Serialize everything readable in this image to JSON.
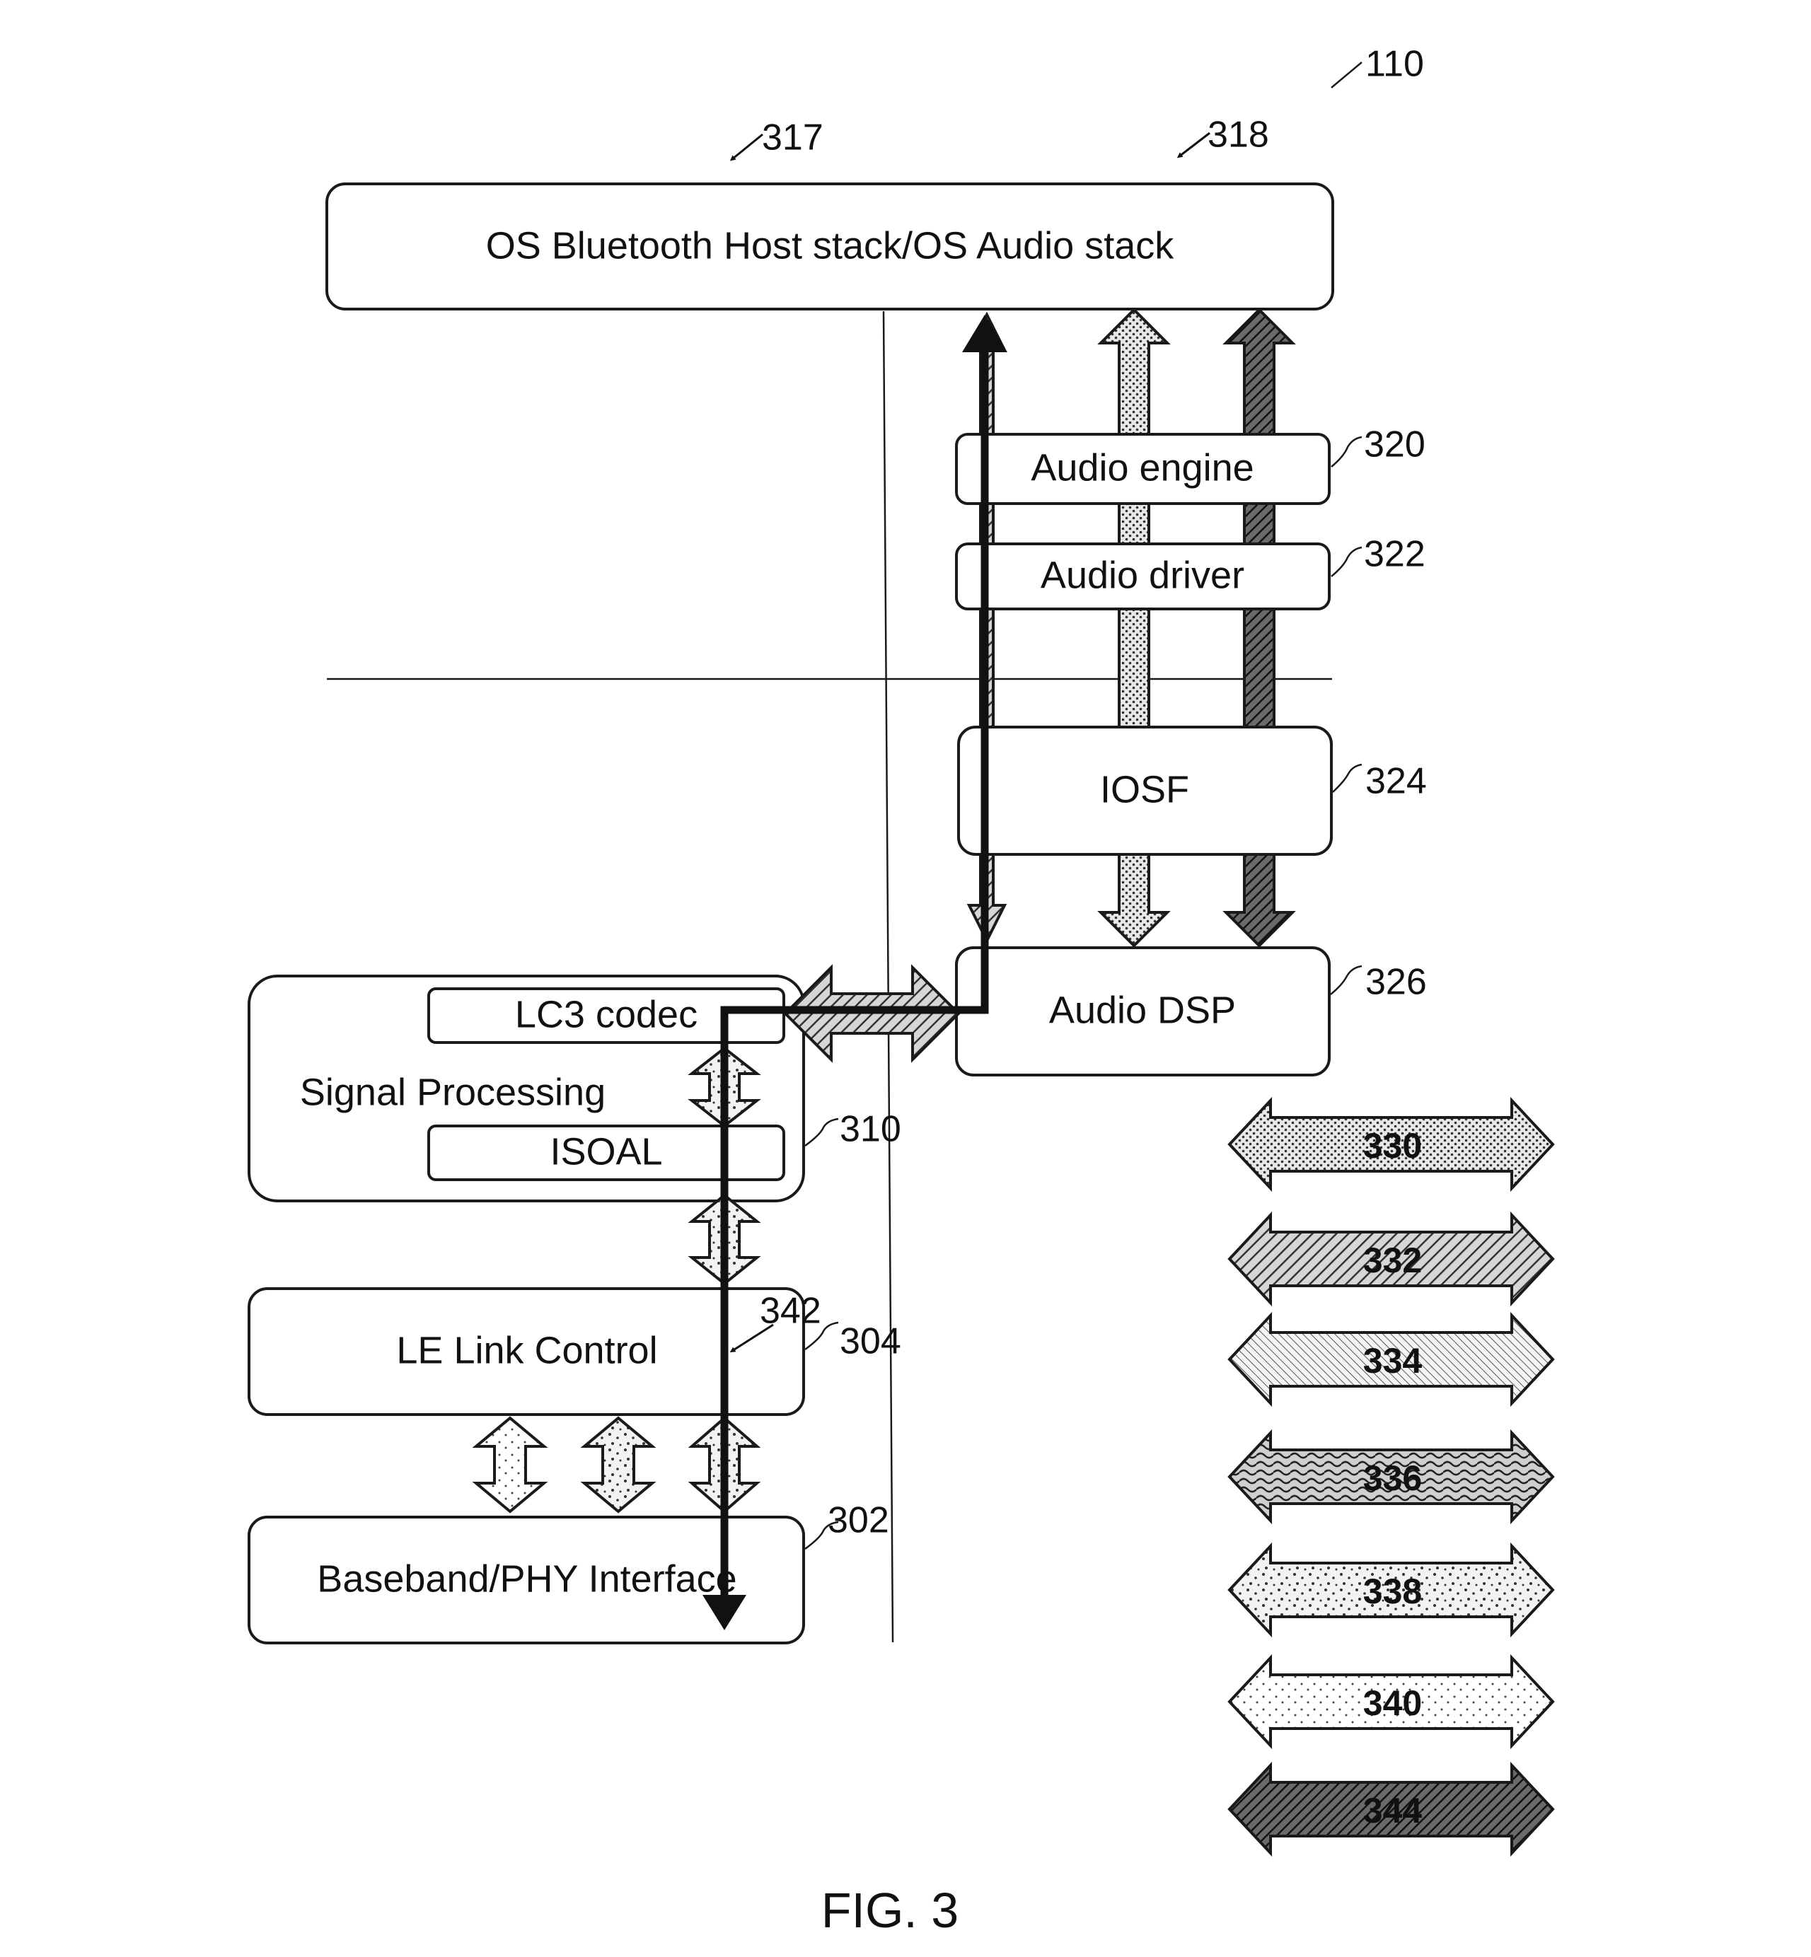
{
  "figure": {
    "caption": "FIG. 3",
    "ref": "110"
  },
  "blocks": {
    "host_stack": {
      "label": "OS Bluetooth Host stack/OS Audio stack",
      "ref_left": "317",
      "ref_right": "318"
    },
    "audio_engine": {
      "label": "Audio engine",
      "ref": "320"
    },
    "audio_driver": {
      "label": "Audio driver",
      "ref": "322"
    },
    "iosf": {
      "label": "IOSF",
      "ref": "324"
    },
    "audio_dsp": {
      "label": "Audio DSP",
      "ref": "326"
    },
    "signal_processing": {
      "label": "Signal Processing",
      "ref": "310"
    },
    "lc3_codec": {
      "label": "LC3 codec"
    },
    "isoal": {
      "label": "ISOAL"
    },
    "le_link_control": {
      "label": "LE Link Control",
      "ref": "304"
    },
    "baseband": {
      "label": "Baseband/PHY Interface",
      "ref": "302"
    }
  },
  "path": {
    "ref": "342"
  },
  "legend": [
    {
      "label": "330",
      "pattern": "dots-dense"
    },
    {
      "label": "332",
      "pattern": "hatch-diagonal"
    },
    {
      "label": "334",
      "pattern": "hatch-fine"
    },
    {
      "label": "336",
      "pattern": "wave"
    },
    {
      "label": "338",
      "pattern": "sparse-dots"
    },
    {
      "label": "340",
      "pattern": "light-dots"
    },
    {
      "label": "344",
      "pattern": "dark-hatch"
    }
  ]
}
